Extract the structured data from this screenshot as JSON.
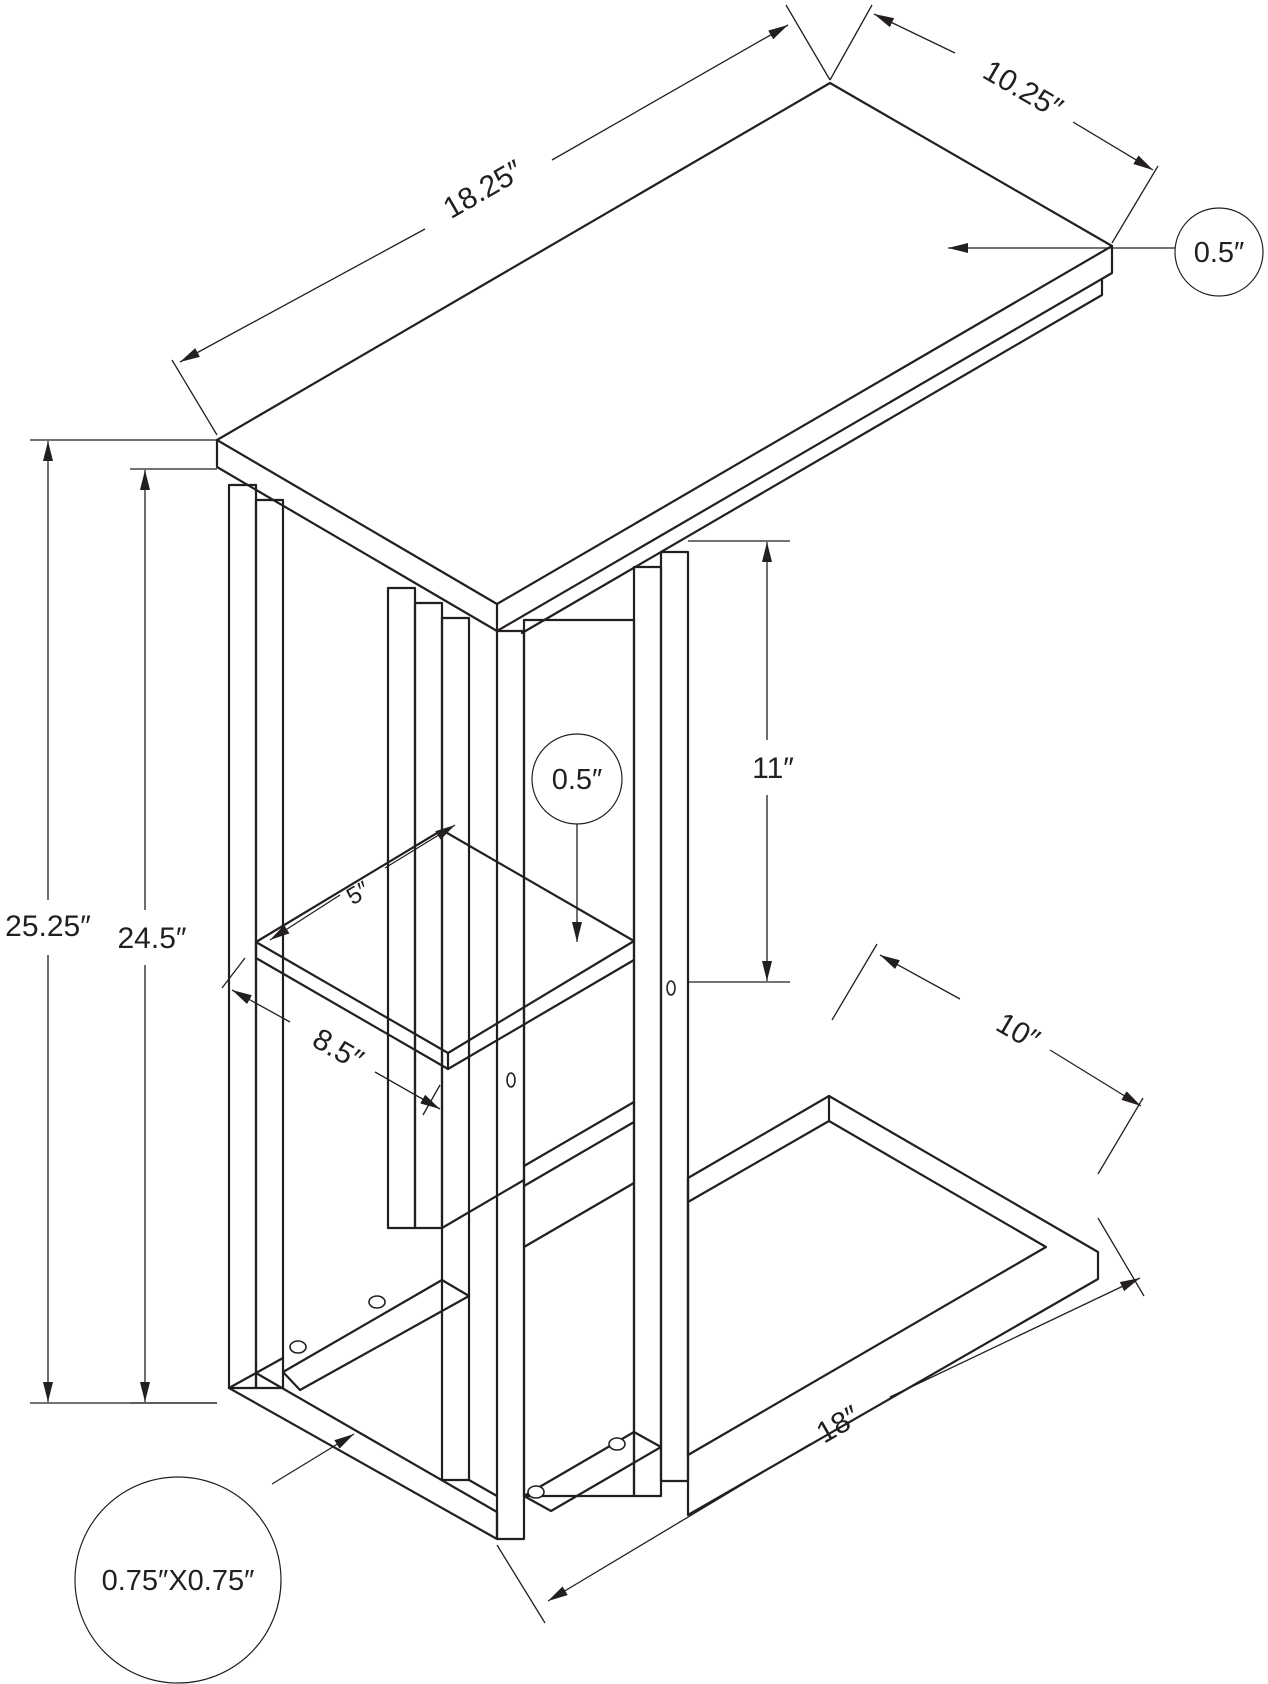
{
  "dimensions": {
    "top_length": "18.25″",
    "top_depth": "10.25″",
    "top_thickness": "0.5″",
    "total_height": "25.25″",
    "frame_height": "24.5″",
    "shelf_thickness": "0.5″",
    "shelf_width": "5″",
    "shelf_depth": "8.5″",
    "top_clearance": "11″",
    "base_depth": "10″",
    "base_length": "18″",
    "tube_size": "0.75″X0.75″"
  }
}
